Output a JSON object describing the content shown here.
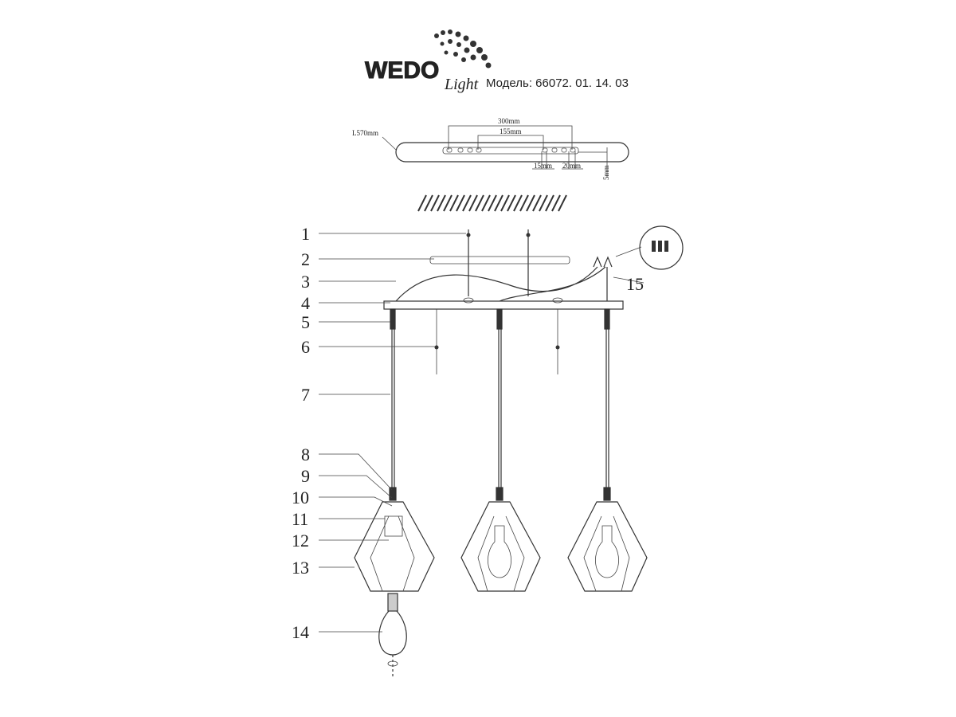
{
  "logo": {
    "brand": "WEDO",
    "sub": "Light"
  },
  "model": "Модель: 66072. 01. 14. 03",
  "dimensions": {
    "length": "L570mm",
    "span_outer": "300mm",
    "span_inner": "155mm",
    "slot_a": "15mm",
    "slot_b": "20mm",
    "thickness": "5mm"
  },
  "parts": [
    "1",
    "2",
    "3",
    "4",
    "5",
    "6",
    "7",
    "8",
    "9",
    "10",
    "11",
    "12",
    "13",
    "14",
    "15"
  ]
}
